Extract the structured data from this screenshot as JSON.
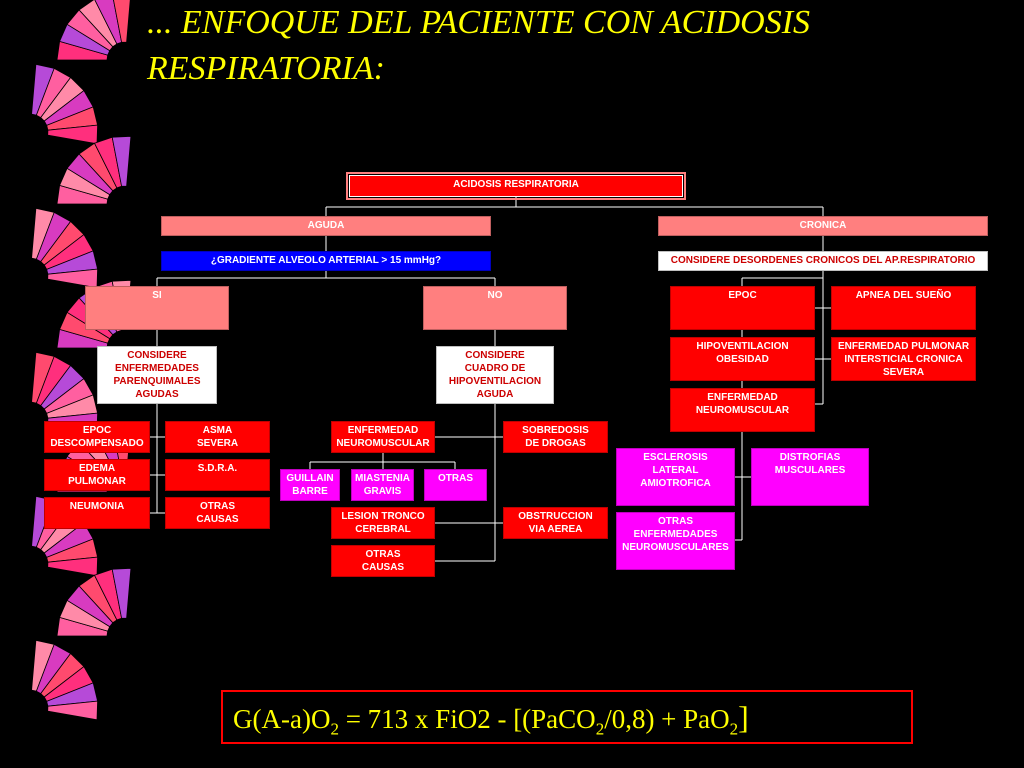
{
  "slide": {
    "title_line1": "... ENFOQUE DEL PACIENTE CON ACIDOSIS",
    "title_line2": "RESPIRATORIA:"
  },
  "colors": {
    "title": "#ffff00",
    "background": "#000000",
    "red_box": "#ff0000",
    "pink_box": "#ff7f7f",
    "magenta_box": "#ff00ff",
    "blue_box": "#0000ff",
    "white_box": "#ffffff",
    "connector": "#ffffff"
  },
  "nodes": {
    "root": "ACIDOSIS RESPIRATORIA",
    "aguda": "AGUDA",
    "cronica": "CRONICA",
    "gradiente": "¿GRADIENTE ALVEOLO ARTERIAL > 15 mmHg?",
    "considere_cronicos": "CONSIDERE DESORDENES CRONICOS DEL AP.RESPIRATORIO",
    "si": "SI",
    "no": "NO",
    "considere_parenquimales": "CONSIDERE\nENFERMEDADES\nPARENQUIMALES\nAGUDAS",
    "considere_hipoventilacion": "CONSIDERE\nCUADRO DE\nHIPOVENTILACION\nAGUDA",
    "epoc_descompensado": "EPOC\nDESCOMPENSADO",
    "asma_severa": "ASMA\nSEVERA",
    "edema_pulmonar": "EDEMA\nPULMONAR",
    "sdra": "S.D.R.A.",
    "neumonia": "NEUMONIA",
    "otras_causas_si": "OTRAS\nCAUSAS",
    "enf_neuromuscular_no": "ENFERMEDAD\nNEUROMUSCULAR",
    "sobredosis": "SOBREDOSIS\nDE DROGAS",
    "guillain": "GUILLAIN\nBARRE",
    "miastenia": "MIASTENIA\nGRAVIS",
    "otras_neuro": "OTRAS",
    "lesion_tronco": "LESION TRONCO\nCEREBRAL",
    "obstruccion": "OBSTRUCCION\nVIA AEREA",
    "otras_causas_no": "OTRAS\nCAUSAS",
    "epoc": "EPOC",
    "apnea": "APNEA DEL SUEÑO",
    "hipoventilacion_obesidad": "HIPOVENTILACION\nOBESIDAD",
    "enf_pulmonar_intersticial": "ENFERMEDAD PULMONAR\nINTERSTICIAL CRONICA\nSEVERA",
    "enf_neuromuscular_cronica": "ENFERMEDAD\nNEUROMUSCULAR",
    "esclerosis": "ESCLEROSIS\nLATERAL\nAMIOTROFICA",
    "distrofias": "DISTROFIAS\nMUSCULARES",
    "otras_neuromusculares": "OTRAS\nENFERMEDADES\nNEUROMUSCULARES"
  },
  "formula": {
    "p1": "G(A-a)O",
    "s1": "2",
    "p2": " = 713 x FiO2 - [(PaCO",
    "s2": "2",
    "p3": "/0,8) + PaO",
    "s3": "2",
    "p4": "]"
  }
}
